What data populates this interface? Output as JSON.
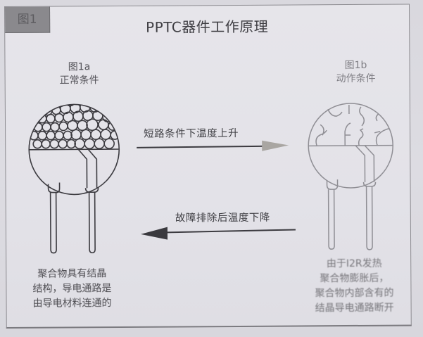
{
  "figure": {
    "tag": "图1",
    "title": "PPTC器件工作原理",
    "panel_a": {
      "id_label": "图1a",
      "state_label": "正常条件",
      "description_lines": [
        "聚合物具有结晶",
        "结构，导电通路是",
        "由导电材料连通的"
      ]
    },
    "panel_b": {
      "id_label": "图1b",
      "state_label": "动作条件",
      "description_lines": [
        "由于I2R发热",
        "聚合物膨胀后，",
        "聚合物内部含有的",
        "结晶导电通路断开"
      ]
    },
    "arrows": {
      "forward_label": "短路条件下温度上升",
      "backward_label": "故障排除后温度下降"
    },
    "colors": {
      "paper": "#e4e3e8",
      "tag_bg": "#8a898d",
      "line_dark": "#3c3b40",
      "line_light": "#8f8e94"
    }
  }
}
